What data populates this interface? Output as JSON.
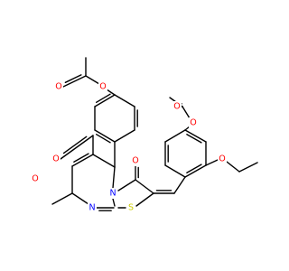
{
  "molecule": {
    "atom_labels": [
      {
        "key": "O_acetate_top",
        "text": "O",
        "color": "#ff0000"
      },
      {
        "key": "O_acetate_top_carbonyl",
        "text": "O",
        "color": "#ff0000"
      },
      {
        "key": "O_acetate_right",
        "text": "O",
        "color": "#ff0000"
      },
      {
        "key": "O_acetate_right_carbonyl",
        "text": "O",
        "color": "#ff0000"
      },
      {
        "key": "O_ethoxy",
        "text": "O",
        "color": "#ff0000"
      },
      {
        "key": "O_ester_carbonyl",
        "text": "O",
        "color": "#ff0000"
      },
      {
        "key": "O_ester",
        "text": "O",
        "color": "#ff0000"
      },
      {
        "key": "O_ketone",
        "text": "O",
        "color": "#ff0000"
      },
      {
        "key": "N_ring_fused",
        "text": "N",
        "color": "#0000ff"
      },
      {
        "key": "N_ring",
        "text": "N",
        "color": "#0000ff"
      },
      {
        "key": "S_ring",
        "text": "S",
        "color": "#cccc00"
      }
    ],
    "colors": {
      "bond": "#000000",
      "oxygen": "#ff0000",
      "nitrogen": "#0000ff",
      "sulfur": "#cccc00",
      "background": "#ffffff"
    }
  }
}
